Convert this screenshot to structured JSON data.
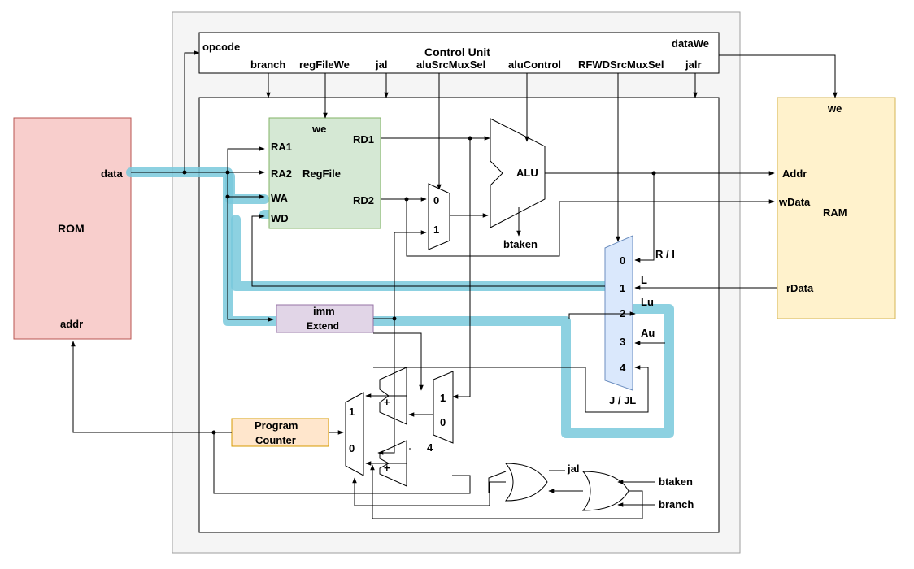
{
  "control_unit": {
    "title": "Control Unit",
    "signals": {
      "opcode": "opcode",
      "dataWe": "dataWe",
      "branch": "branch",
      "regFileWe": "regFileWe",
      "jal": "jal",
      "aluSrcMuxSel": "aluSrcMuxSel",
      "aluControl": "aluControl",
      "RFWDSrcMuxSel": "RFWDSrcMuxSel",
      "jalr": "jalr"
    }
  },
  "rom": {
    "title": "ROM",
    "data": "data",
    "addr": "addr"
  },
  "ram": {
    "title": "RAM",
    "we": "we",
    "addr": "Addr",
    "wdata": "wData",
    "rdata": "rData"
  },
  "regfile": {
    "title": "RegFile",
    "we": "we",
    "ra1": "RA1",
    "ra2": "RA2",
    "wa": "WA",
    "wd": "WD",
    "rd1": "RD1",
    "rd2": "RD2"
  },
  "alu": {
    "title": "ALU",
    "btaken": "btaken"
  },
  "alu_src_mux": {
    "in0": "0",
    "in1": "1"
  },
  "imm": {
    "line1": "imm",
    "line2": "Extend"
  },
  "rfwd_mux": {
    "inputs": [
      "0",
      "1",
      "2",
      "3",
      "4"
    ],
    "side_labels": [
      "R / I",
      "L",
      "Lu",
      "Au"
    ],
    "bottom_label": "J / JL"
  },
  "pc": {
    "line1": "Program",
    "line2": "Counter"
  },
  "adders": {
    "plus": "+",
    "four": "4"
  },
  "pc_mux": {
    "in1": "1",
    "in0": "0"
  },
  "branch_mux": {
    "in1": "1",
    "in0": "0"
  },
  "gates": {
    "jal": "jal",
    "btaken": "btaken",
    "branch": "branch"
  },
  "colors": {
    "rom_fill": "#f8cecc",
    "rom_stroke": "#b85450",
    "ram_fill": "#fff2cc",
    "ram_stroke": "#d6b656",
    "regfile_fill": "#d5e8d4",
    "regfile_stroke": "#82b366",
    "imm_fill": "#e1d5e7",
    "imm_stroke": "#9673a6",
    "mux_fill": "#dae8fc",
    "mux_stroke": "#6c8ebf",
    "pc_fill": "#ffe6cc",
    "pc_stroke": "#d79b00",
    "highlight": "#79c9dc",
    "outer_frame": "#f5f5f5"
  }
}
